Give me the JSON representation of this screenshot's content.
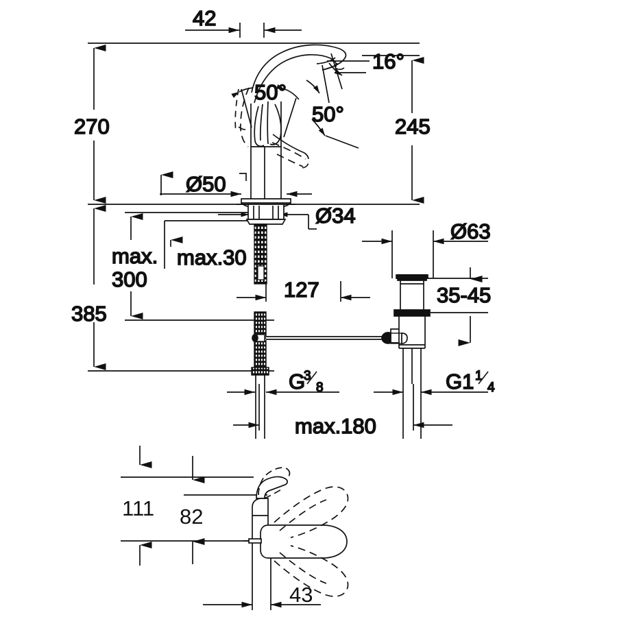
{
  "drawing": {
    "title": "Single-lever basin mixer dimensional drawing",
    "units": "mm",
    "line_color": "#111111",
    "background_color": "#ffffff"
  },
  "dimensions": {
    "offset_42": "42",
    "height_270": "270",
    "height_245": "245",
    "angle_16": "16°",
    "angle_50_left": "50°",
    "angle_50_right": "50°",
    "dia_50": "Ø50",
    "dia_34": "Ø34",
    "dia_63": "Ø63",
    "max_300": "max.",
    "max_300_value": "300",
    "max_30": "max.30",
    "height_385": "385",
    "length_127": "127",
    "range_35_45": "35-45",
    "thread_g38_main": "G",
    "thread_g38_num": "3",
    "thread_g38_den": "8",
    "thread_g114_main": "G1",
    "thread_g114_num": "1",
    "thread_g114_den": "4",
    "max_180": "max.180",
    "height_111": "111",
    "height_82": "82",
    "width_43": "43"
  },
  "views": {
    "front_elevation": "front-elevation-view",
    "drain_assembly": "pop-up-waste-assembly",
    "plan_view": "plan-view-lever-swivel"
  }
}
